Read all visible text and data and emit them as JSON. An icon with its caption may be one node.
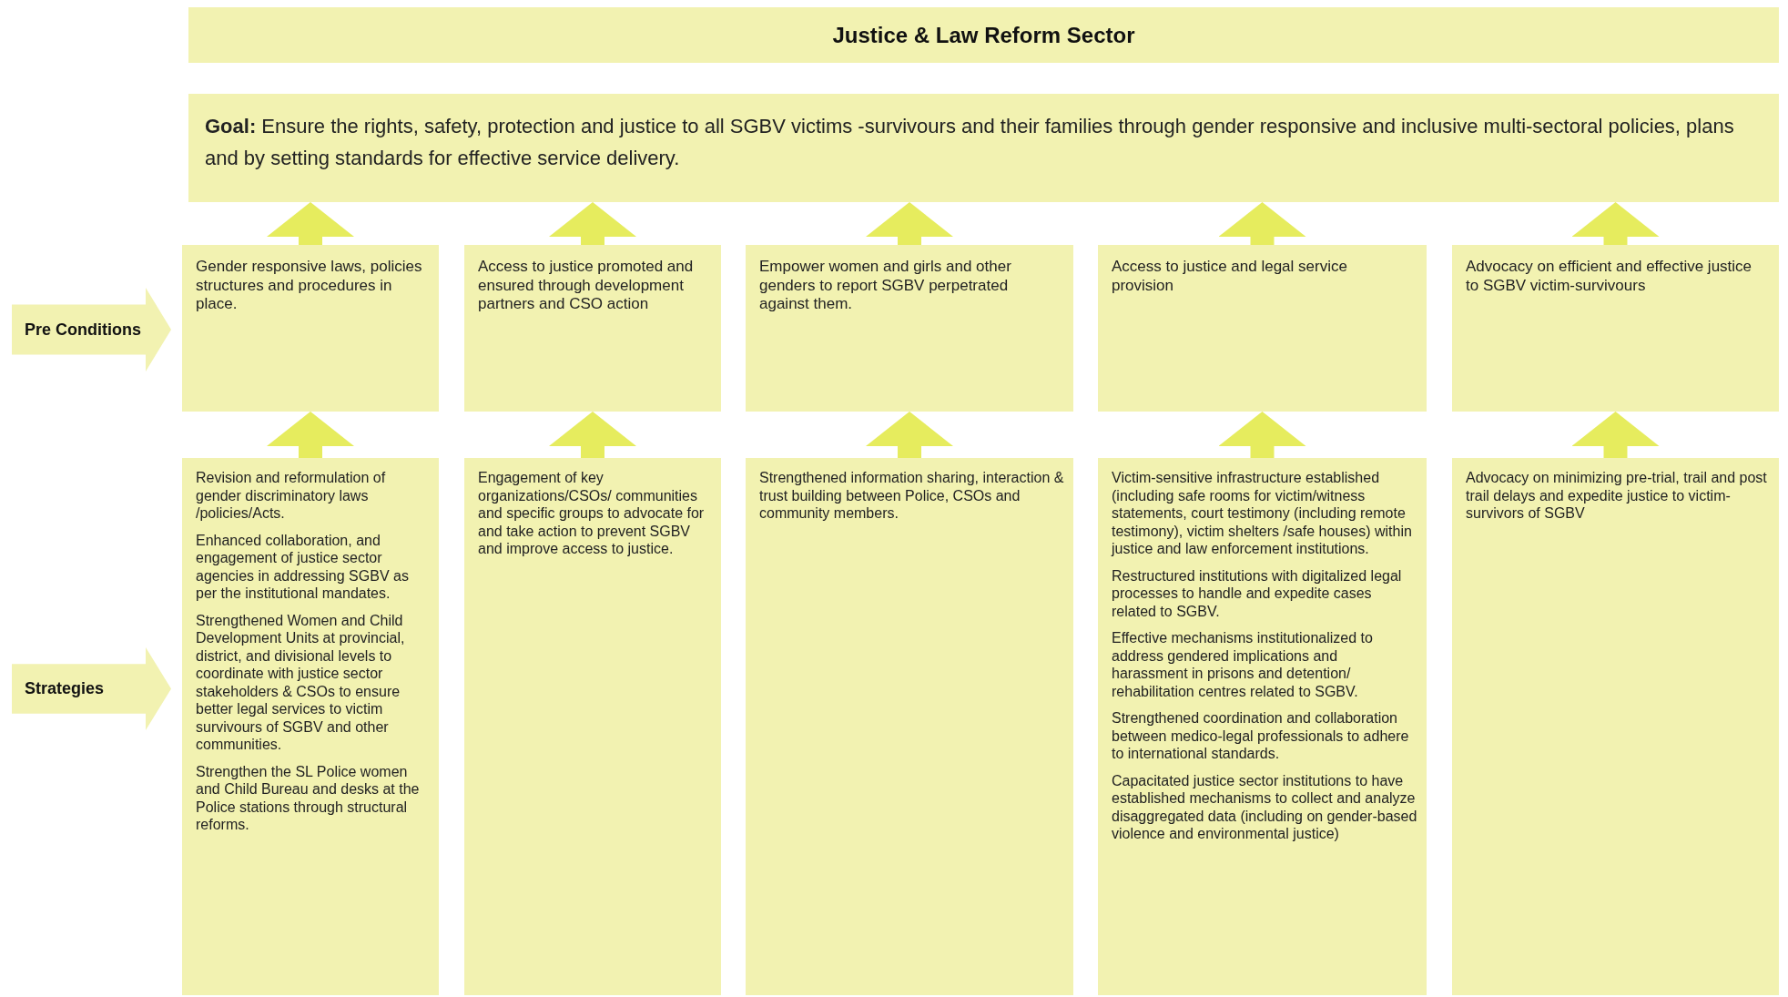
{
  "diagram": {
    "title": "Justice & Law Reform Sector",
    "nodes": [
      {
        "text": [
          "**Goal:** Ensure the rights, safety, protection and justice to all SGBV victims -survivours and their families through gender responsive and inclusive multi-sectoral policies, plans and by setting standards for effective service delivery."
        ]
      },
      {
        "text": [
          "Pre Conditions"
        ]
      },
      {
        "text": [
          "Gender responsive laws, policies structures and procedures in place."
        ]
      },
      {
        "text": [
          "Access to justice promoted and ensured through development partners and CSO action"
        ]
      },
      {
        "text": [
          "Empower women and girls and other genders to report SGBV perpetrated against them."
        ]
      },
      {
        "text": [
          "Access to justice and legal service provision"
        ]
      },
      {
        "text": [
          "Advocacy on efficient and effective justice to SGBV victim-survivours"
        ]
      },
      {
        "text": [
          "Strategies"
        ]
      },
      {
        "text": [
          "Revision and reformulation of gender discriminatory laws /policies/Acts.",
          "Enhanced collaboration, and engagement of justice sector agencies in addressing SGBV as per the institutional mandates.",
          "Strengthened Women and Child Development Units at provincial, district, and divisional levels to coordinate with justice sector stakeholders & CSOs to ensure better legal services to victim survivours of SGBV and other communities.",
          "Strengthen the SL Police women and Child Bureau and desks at the Police stations through structural reforms."
        ]
      },
      {
        "text": [
          "Engagement of key organizations/CSOs/ communities and specific groups to advocate for and take action to prevent SGBV and improve access to justice."
        ]
      },
      {
        "text": [
          "Strengthened information sharing, interaction & trust building between Police, CSOs and community members."
        ]
      },
      {
        "text": [
          "Victim-sensitive infrastructure established (including safe rooms for victim/witness statements, court testimony (including remote testimony), victim shelters /safe houses) within justice and law enforcement institutions.",
          "Restructured institutions with digitalized legal processes to handle and expedite cases related to SGBV.",
          "Effective mechanisms institutionalized to address gendered implications and harassment in prisons and detention/ rehabilitation centres related to SGBV.",
          "Strengthened coordination and collaboration between medico-legal professionals to adhere to international standards.",
          "Capacitated justice sector institutions to have established mechanisms to collect and analyze disaggregated data (including on gender-based violence and environmental justice)"
        ]
      },
      {
        "text": [
          "Advocacy on minimizing pre-trial, trail and post trail delays and expedite justice to victim-survivors of SGBV"
        ]
      }
    ],
    "edges": [
      {
        "from": 2,
        "to": 0,
        "arrow": "to"
      },
      {
        "from": 3,
        "to": 0,
        "arrow": "to"
      },
      {
        "from": 4,
        "to": 0,
        "arrow": "to"
      },
      {
        "from": 5,
        "to": 0,
        "arrow": "to"
      },
      {
        "from": 6,
        "to": 0,
        "arrow": "to"
      },
      {
        "from": 8,
        "to": 2,
        "arrow": "to"
      },
      {
        "from": 9,
        "to": 3,
        "arrow": "to"
      },
      {
        "from": 10,
        "to": 4,
        "arrow": "to"
      },
      {
        "from": 11,
        "to": 5,
        "arrow": "to"
      },
      {
        "from": 12,
        "to": 6,
        "arrow": "to"
      }
    ]
  }
}
